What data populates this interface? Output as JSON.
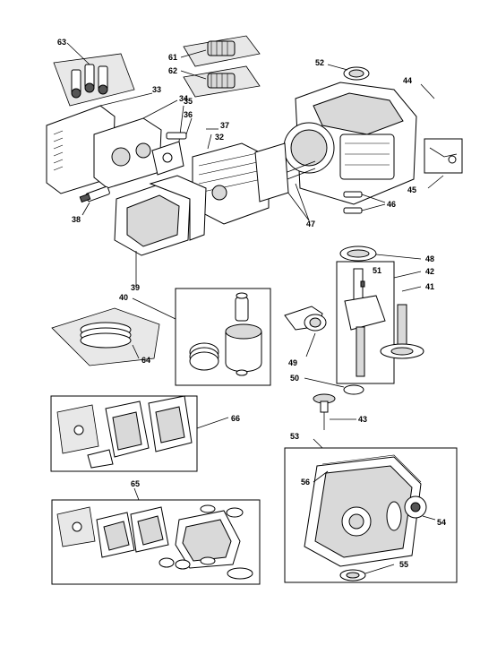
{
  "diagram": {
    "callouts": {
      "c63": "63",
      "c61": "61",
      "c62": "62",
      "c52": "52",
      "c44": "44",
      "c33": "33",
      "c34": "34",
      "c35": "35",
      "c36": "36",
      "c37": "37",
      "c32": "32",
      "c38": "38",
      "c39": "39",
      "c45": "45",
      "c46": "46",
      "c47": "47",
      "c48": "48",
      "c42": "42",
      "c51": "51",
      "c41": "41",
      "c40": "40",
      "c49": "49",
      "c64": "64",
      "c50": "50",
      "c43": "43",
      "c66": "66",
      "c53": "53",
      "c56": "56",
      "c54": "54",
      "c65": "65",
      "c55": "55"
    }
  }
}
